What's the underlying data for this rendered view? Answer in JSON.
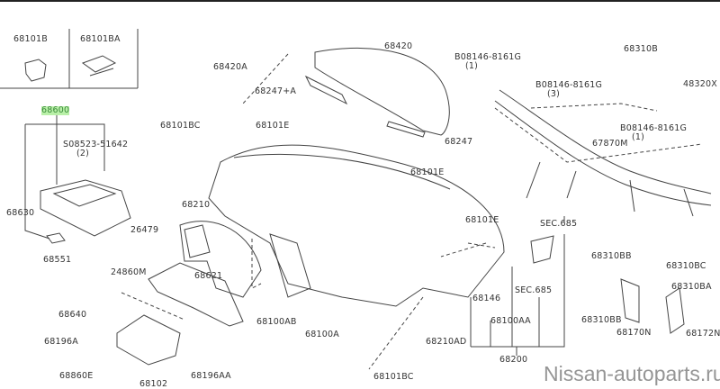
{
  "diagram": {
    "inset_labels": [
      "68101B",
      "68101BA"
    ],
    "highlighted_part": "68600",
    "labels": {
      "p08523": "S08523-51642",
      "p08523_qty": "(2)",
      "p68630": "68630",
      "p68551": "68551",
      "p26479": "26479",
      "p24860M": "24860M",
      "p68210": "68210",
      "p68621": "68621",
      "p68640": "68640",
      "p68196A": "68196A",
      "p68860E": "68860E",
      "p68102": "68102",
      "p68196AA": "68196AA",
      "p68100AB": "68100AB",
      "p68100A": "68100A",
      "p68420A": "68420A",
      "p68247A": "68247+A",
      "p68101BC_top": "68101BC",
      "p68101E_top": "68101E",
      "p68420": "68420",
      "b1": "B08146-8161G",
      "b1_qty": "(1)",
      "b3": "B08146-8161G",
      "b3_qty": "(3)",
      "p68310B": "68310B",
      "p48320X": "48320X",
      "b1b": "B08146-8161G",
      "b1b_qty": "(1)",
      "p67870M": "67870M",
      "p68247": "68247",
      "p68101E_mid": "68101E",
      "p68101E_low": "68101E",
      "sec685_a": "SEC.685",
      "p68146": "68146",
      "sec685_b": "SEC.685",
      "p68100AA": "68100AA",
      "p68210AD": "68210AD",
      "p68200": "68200",
      "p68101BC_bot": "68101BC",
      "p68310BB_a": "68310BB",
      "p68310BB_b": "68310BB",
      "p68170N": "68170N",
      "p68310BC": "68310BC",
      "p68310BA": "68310BA",
      "p68172N": "68172N"
    },
    "highlight_color": "#b9f0a8"
  },
  "watermark": "Nissan-autoparts.ru"
}
